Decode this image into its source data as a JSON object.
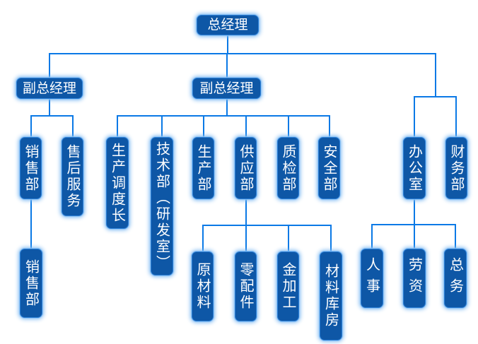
{
  "colors": {
    "background": "#ffffff",
    "box_fill": "#0e57a6",
    "box_border": "#2c7fd6",
    "box_glow": "#8fc3f2",
    "connector_line": "#0a79e6",
    "text": "#ffffff"
  },
  "org": {
    "root": {
      "label": "总经理",
      "children": [
        {
          "label": "副总经理",
          "children": [
            {
              "label": "销售部",
              "children": [
                {
                  "label": "销售部"
                }
              ]
            },
            {
              "label": "售后服务"
            }
          ]
        },
        {
          "label": "副总经理",
          "children": [
            {
              "label": "生产调度长"
            },
            {
              "label": "技术部（研发室）"
            },
            {
              "label": "生产部"
            },
            {
              "label": "供应部",
              "children": [
                {
                  "label": "原材料"
                },
                {
                  "label": "零配件"
                },
                {
                  "label": "金加工"
                },
                {
                  "label": "材料库房"
                }
              ]
            },
            {
              "label": "质检部"
            },
            {
              "label": "安全部"
            }
          ]
        },
        {
          "label": "办公室",
          "children": [
            {
              "label": "人事"
            },
            {
              "label": "劳资"
            },
            {
              "label": "总务"
            }
          ]
        },
        {
          "label": "财务部"
        }
      ]
    }
  }
}
